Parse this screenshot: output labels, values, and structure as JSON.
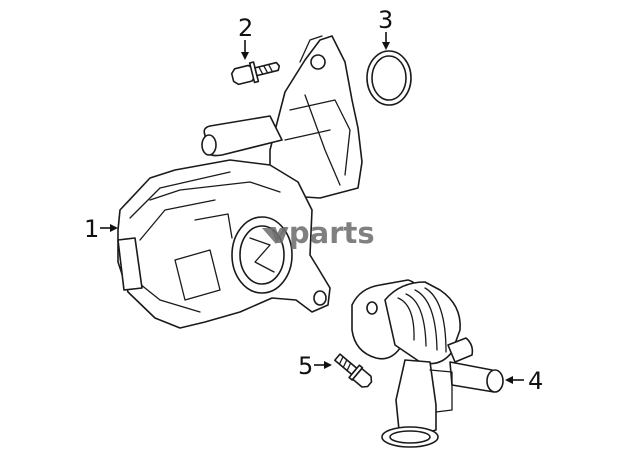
{
  "callouts": [
    {
      "id": "1",
      "label": "1"
    },
    {
      "id": "2",
      "label": "2"
    },
    {
      "id": "3",
      "label": "3"
    },
    {
      "id": "4",
      "label": "4"
    },
    {
      "id": "5",
      "label": "5"
    }
  ],
  "watermark": {
    "text": "vparts",
    "color": "#6b6b6b"
  }
}
